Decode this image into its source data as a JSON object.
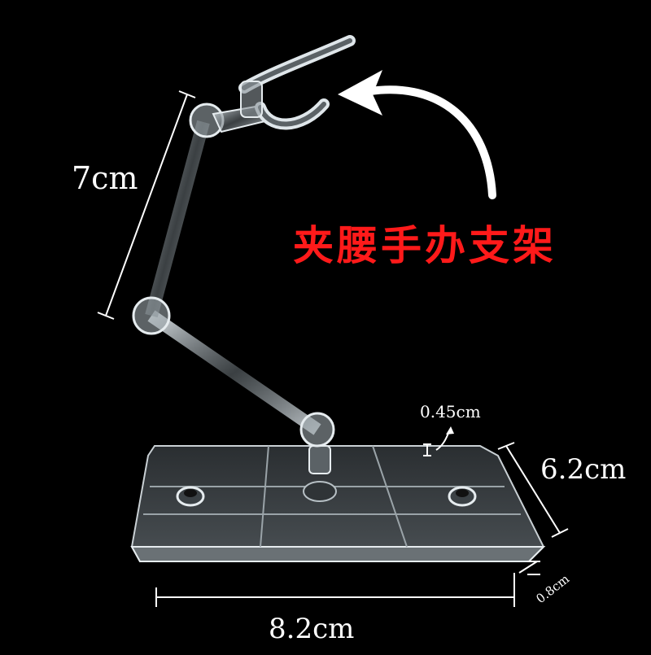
{
  "product_label": "夹腰手办支架",
  "dimensions": {
    "arm_length": "7cm",
    "base_width": "8.2cm",
    "base_depth": "6.2cm",
    "base_thickness": "0.8cm",
    "peg_height": "0.45cm"
  },
  "colors": {
    "background": "#000000",
    "label": "#ff1a1a",
    "measure_lines": "#ffffff"
  }
}
